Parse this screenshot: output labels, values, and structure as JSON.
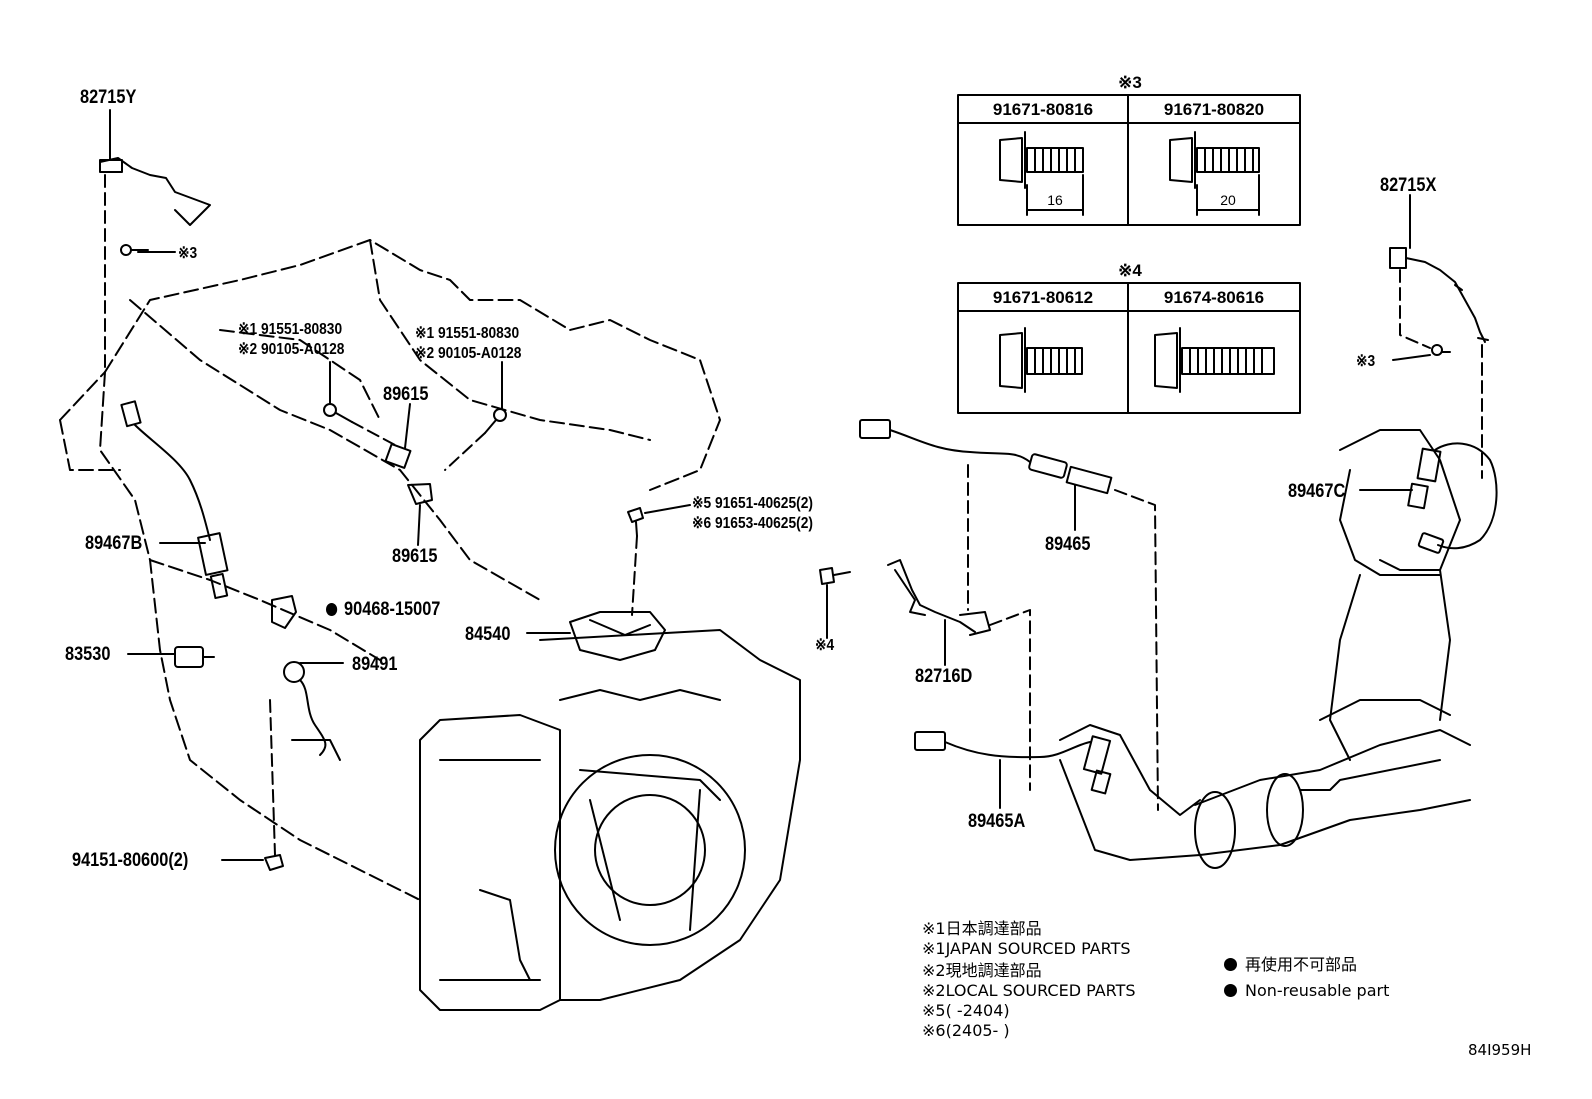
{
  "parts": {
    "p82715Y": "82715Y",
    "ref3a": "※3",
    "p89467B": "89467B",
    "p83530": "83530",
    "p94151": "94151-80600(2)",
    "bolt1a": "※1 91551-80830",
    "bolt2a": "※2 90105-A0128",
    "bolt1b": "※1 91551-80830",
    "bolt2b": "※2 90105-A0128",
    "p89615a": "89615",
    "p89615b": "89615",
    "p90468": "90468-15007",
    "p89491": "89491",
    "p84540": "84540",
    "bolt5": "※5 91651-40625(2)",
    "bolt6": "※6 91653-40625(2)",
    "p89465": "89465",
    "ref4a": "※4",
    "p82716D": "82716D",
    "p89465A": "89465A",
    "p82715X": "82715X",
    "ref3b": "※3",
    "p89467C": "89467C"
  },
  "table3": {
    "title": "※3",
    "col1": "91671-80816",
    "col2": "91671-80820",
    "dim1": "16",
    "dim2": "20"
  },
  "table4": {
    "title": "※4",
    "col1": "91671-80612",
    "col2": "91674-80616"
  },
  "notes": {
    "n1": "※1日本調達部品",
    "n2": "※1JAPAN SOURCED PARTS",
    "n3": "※2現地調達部品",
    "n4": "※2LOCAL SOURCED PARTS",
    "n5": "※5(      -2404)",
    "n6": "※6(2405-      )"
  },
  "legend": {
    "jp": "再使用不可部品",
    "en": "Non-reusable part"
  },
  "diagram_id": "84I959H"
}
